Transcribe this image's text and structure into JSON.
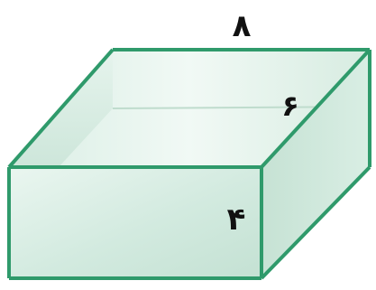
{
  "figure": {
    "colors": {
      "edge": "#2f9a6b",
      "face_front": "#dcefe6",
      "face_side": "#cfe6da",
      "face_inner_back": "#e4f3ec",
      "face_inner_left": "#d4ebe0",
      "rim_top": "#eaf6f0",
      "label": "#111111"
    },
    "labels": {
      "length": "۸",
      "width": "۶",
      "height": "۴"
    }
  }
}
